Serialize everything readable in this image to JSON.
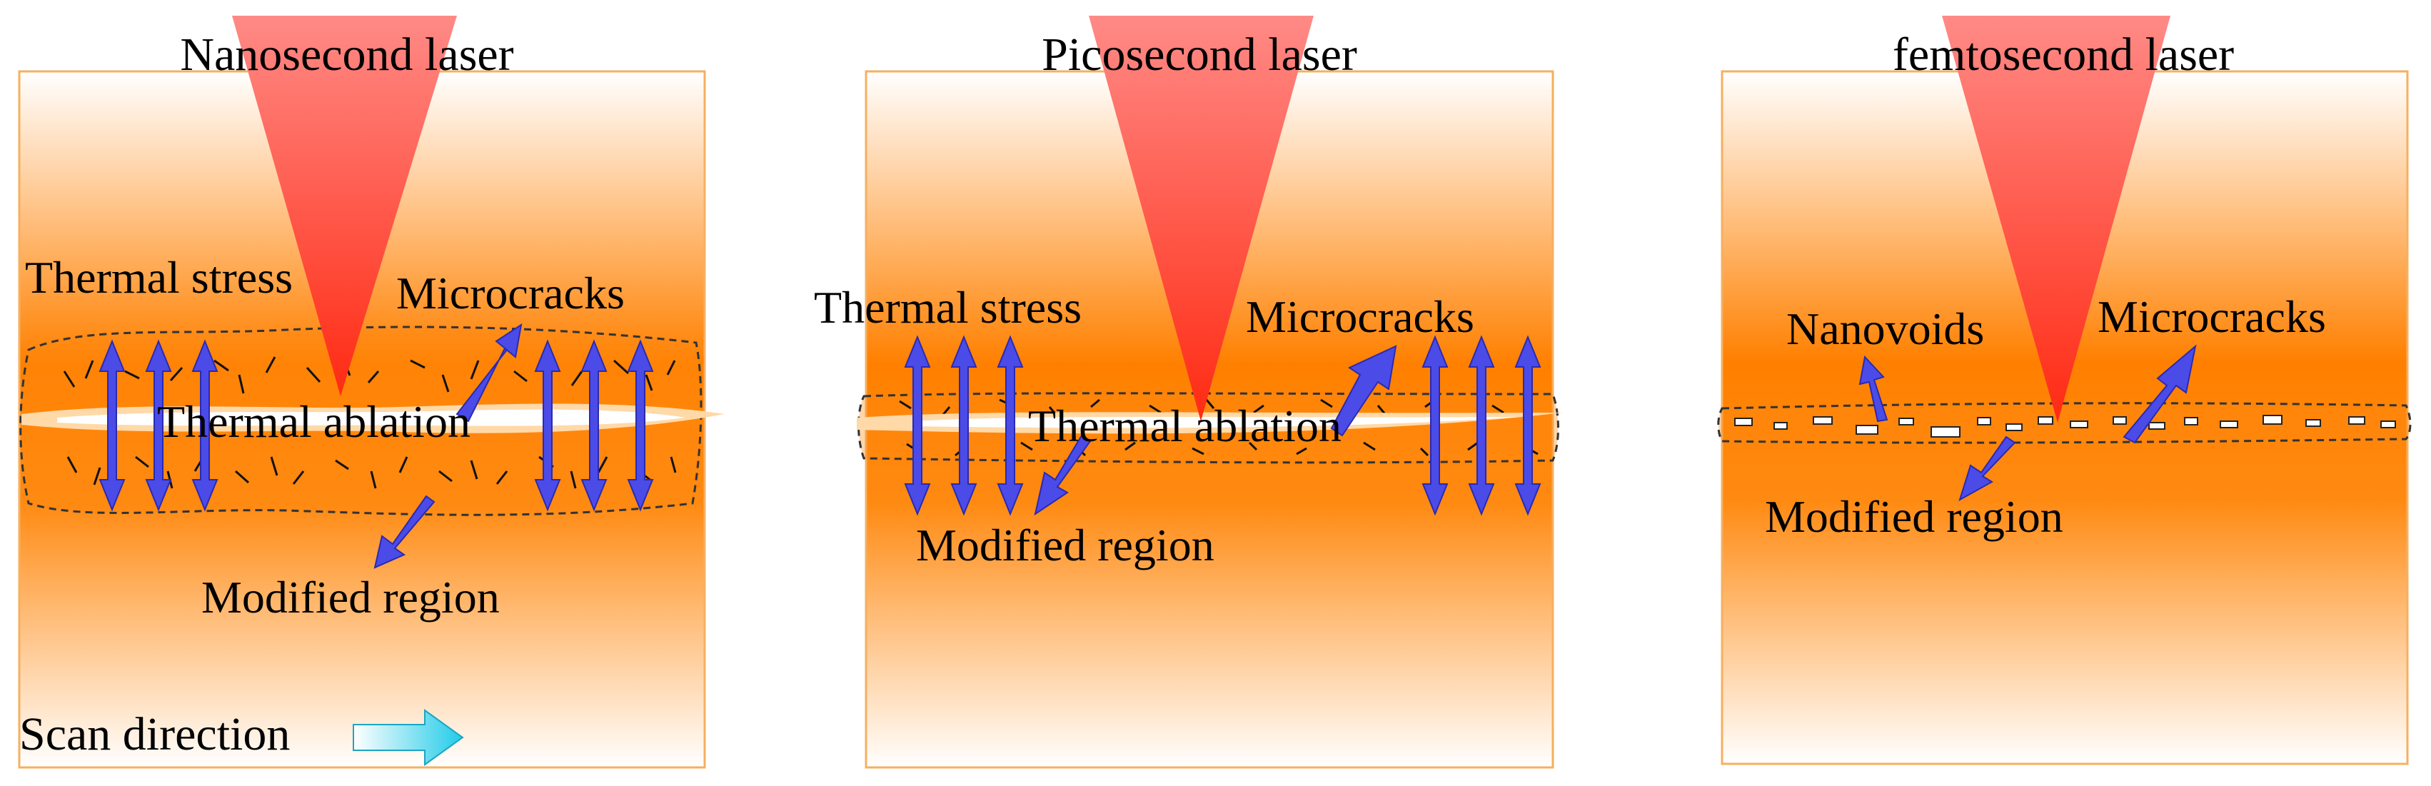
{
  "panels": [
    {
      "id": "nanosecond",
      "title": "Nanosecond laser",
      "labels": {
        "thermal_stress": "Thermal stress",
        "microcracks": "Microcracks",
        "thermal_ablation": "Thermal ablation",
        "modified_region": "Modified region",
        "scan_direction": "Scan direction"
      }
    },
    {
      "id": "picosecond",
      "title": "Picosecond laser",
      "labels": {
        "thermal_stress": "Thermal stress",
        "microcracks": "Microcracks",
        "thermal_ablation": "Thermal ablation",
        "modified_region": "Modified region"
      }
    },
    {
      "id": "femtosecond",
      "title": "femtosecond laser",
      "labels": {
        "nanovoids": "Nanovoids",
        "microcracks": "Microcracks",
        "modified_region": "Modified region"
      }
    }
  ],
  "colors": {
    "material_orange": "#ff8000",
    "laser_red": "#ff3a2a",
    "arrow_blue": "#4b4be8",
    "scan_arrow_cyan": "#35d2ec",
    "panel_border": "#f5b060"
  }
}
